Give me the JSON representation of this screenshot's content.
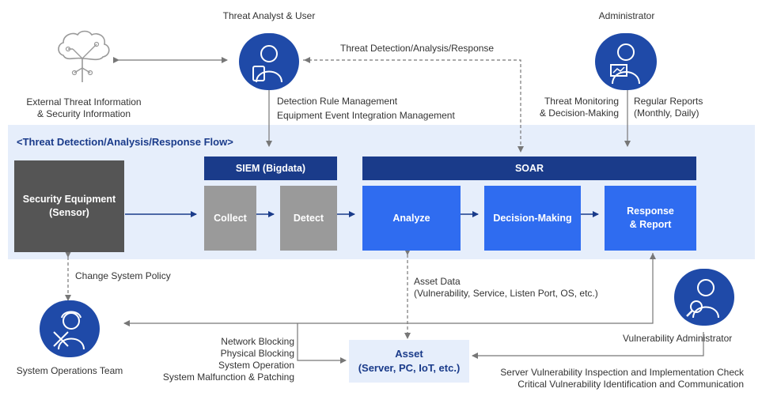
{
  "actors": {
    "threat_analyst": "Threat Analyst & User",
    "administrator": "Administrator",
    "system_operations": "System Operations Team",
    "vulnerability_admin": "Vulnerability Administrator"
  },
  "external_info": {
    "line1": "External Threat Information",
    "line2": "& Security Information"
  },
  "edges": {
    "threat_detection_response": "Threat Detection/Analysis/Response",
    "detection_rule": "Detection Rule Management",
    "equipment_event": "Equipment Event Integration Management",
    "threat_monitoring_1": "Threat Monitoring",
    "threat_monitoring_2": "& Decision-Making",
    "regular_reports_1": "Regular Reports",
    "regular_reports_2": "(Monthly, Daily)",
    "change_policy": "Change System Policy",
    "asset_data_1": "Asset Data",
    "asset_data_2": "(Vulnerability, Service, Listen Port, OS, etc.)",
    "ops_actions": [
      "Network Blocking",
      "Physical Blocking",
      "System Operation",
      "System Malfunction & Patching"
    ],
    "vuln_actions": [
      "Server Vulnerability Inspection and Implementation Check",
      "Critical Vulnerability Identification and Communication"
    ]
  },
  "flow": {
    "title": "<Threat Detection/Analysis/Response Flow>",
    "sensor_1": "Security Equipment",
    "sensor_2": "(Sensor)",
    "siem": "SIEM (Bigdata)",
    "collect": "Collect",
    "detect": "Detect",
    "soar": "SOAR",
    "analyze": "Analyze",
    "decision": "Decision-Making",
    "response_1": "Response",
    "response_2": "& Report"
  },
  "asset": {
    "title": "Asset",
    "subtitle": "(Server, PC, IoT, etc.)"
  },
  "colors": {
    "navy": "#1a3b8a",
    "blue": "#2f6cf0",
    "band": "#e6eefb",
    "dark_box": "#555555",
    "grey_box": "#9a9a9a"
  },
  "icons": [
    "brain-circuit-icon",
    "analyst-icon",
    "administrator-icon",
    "operator-icon",
    "vulnerability-admin-icon"
  ]
}
